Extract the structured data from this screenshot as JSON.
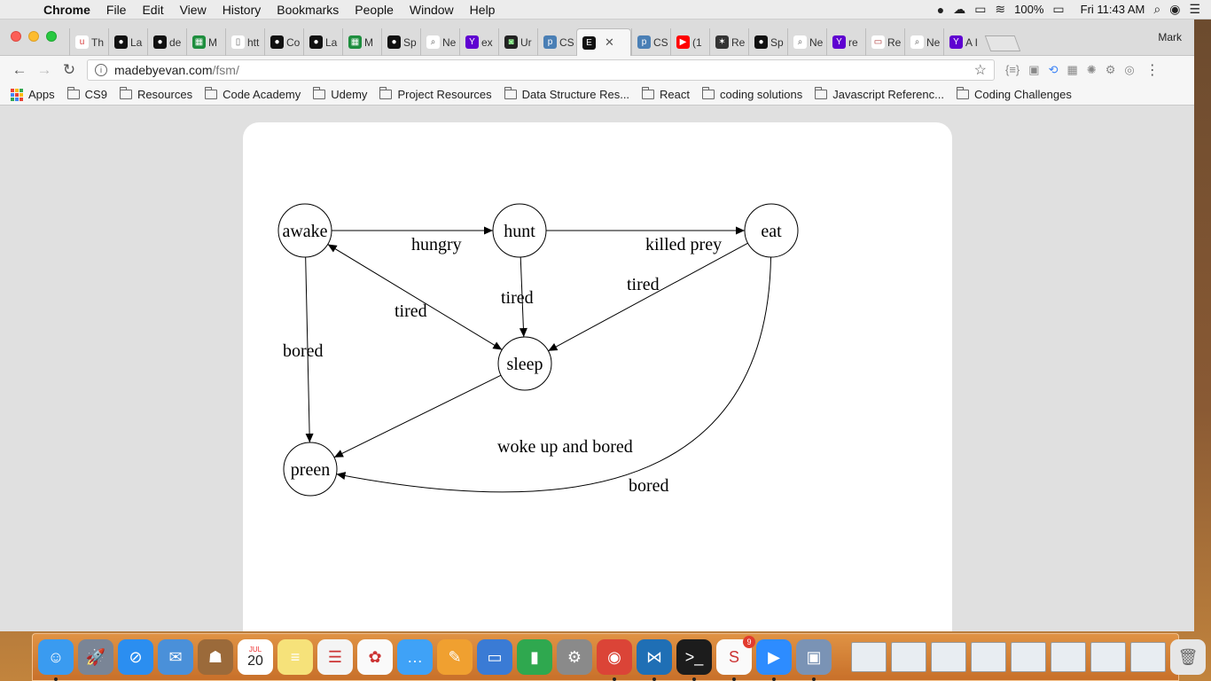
{
  "menubar": {
    "app_name": "Chrome",
    "items": [
      "File",
      "Edit",
      "View",
      "History",
      "Bookmarks",
      "People",
      "Window",
      "Help"
    ],
    "battery": "100%",
    "clock": "Fri 11:43 AM"
  },
  "browser": {
    "profile_name": "Mark",
    "tabs": [
      {
        "icon": "u-icon",
        "label": "Th"
      },
      {
        "icon": "github-icon",
        "label": "La"
      },
      {
        "icon": "github-icon",
        "label": "de"
      },
      {
        "icon": "sheets-icon",
        "label": "M"
      },
      {
        "icon": "page-icon",
        "label": "htt"
      },
      {
        "icon": "github-icon",
        "label": "Co"
      },
      {
        "icon": "github-icon",
        "label": "La"
      },
      {
        "icon": "sheets-icon",
        "label": "M"
      },
      {
        "icon": "github-icon",
        "label": "Sp"
      },
      {
        "icon": "search-icon",
        "label": "Ne"
      },
      {
        "icon": "yahoo-icon",
        "label": "ex"
      },
      {
        "icon": "robot-icon",
        "label": "Ur"
      },
      {
        "icon": "p-icon",
        "label": "CS"
      },
      {
        "icon": "e-icon",
        "label": "",
        "active": true
      },
      {
        "icon": "p-icon",
        "label": "CS"
      },
      {
        "icon": "youtube-icon",
        "label": "(1"
      },
      {
        "icon": "star-icon",
        "label": "Re"
      },
      {
        "icon": "github-icon",
        "label": "Sp"
      },
      {
        "icon": "search-icon",
        "label": "Ne"
      },
      {
        "icon": "yahoo-icon",
        "label": "re"
      },
      {
        "icon": "reader-icon",
        "label": "Re"
      },
      {
        "icon": "search-icon",
        "label": "Ne"
      },
      {
        "icon": "yahoo-icon",
        "label": "A I"
      }
    ],
    "url_host": "madebyevan.com",
    "url_path": "/fsm/",
    "bookmarks": [
      {
        "label": "Apps",
        "type": "apps"
      },
      {
        "label": "CS9",
        "type": "folder"
      },
      {
        "label": "Resources",
        "type": "folder"
      },
      {
        "label": "Code Academy",
        "type": "folder"
      },
      {
        "label": "Udemy",
        "type": "folder"
      },
      {
        "label": "Project Resources",
        "type": "folder"
      },
      {
        "label": "Data Structure Res...",
        "type": "folder"
      },
      {
        "label": "React",
        "type": "folder"
      },
      {
        "label": "coding solutions",
        "type": "folder"
      },
      {
        "label": "Javascript Referenc...",
        "type": "folder"
      },
      {
        "label": "Coding Challenges",
        "type": "folder"
      }
    ]
  },
  "fsm": {
    "nodes": [
      {
        "id": "awake",
        "label": "awake"
      },
      {
        "id": "hunt",
        "label": "hunt"
      },
      {
        "id": "eat",
        "label": "eat"
      },
      {
        "id": "sleep",
        "label": "sleep"
      },
      {
        "id": "preen",
        "label": "preen"
      }
    ],
    "edges": [
      {
        "from": "awake",
        "to": "hunt",
        "label": "hungry"
      },
      {
        "from": "hunt",
        "to": "eat",
        "label": "killed prey"
      },
      {
        "from": "hunt",
        "to": "sleep",
        "label": "tired"
      },
      {
        "from": "eat",
        "to": "sleep",
        "label": "tired"
      },
      {
        "from": "sleep",
        "to": "awake",
        "label": "tired"
      },
      {
        "from": "awake",
        "to": "preen",
        "label": "bored"
      },
      {
        "from": "sleep",
        "to": "preen",
        "label": "woke up and bored"
      },
      {
        "from": "eat",
        "to": "preen",
        "label": "bored"
      }
    ]
  },
  "dock": {
    "apps": [
      "finder-icon",
      "launchpad-icon",
      "safari-icon",
      "mail-icon",
      "contacts-icon",
      "calendar-icon",
      "notes-icon",
      "reminders-icon",
      "photos-icon",
      "messages-icon",
      "pages-icon",
      "keynote-icon",
      "numbers-icon",
      "system-preferences-icon",
      "chrome-icon",
      "vscode-icon",
      "terminal-icon",
      "slack-icon",
      "zoom-icon",
      "preview-icon"
    ],
    "calendar_month": "JUL",
    "calendar_day": "20",
    "slack_badge": "9"
  }
}
